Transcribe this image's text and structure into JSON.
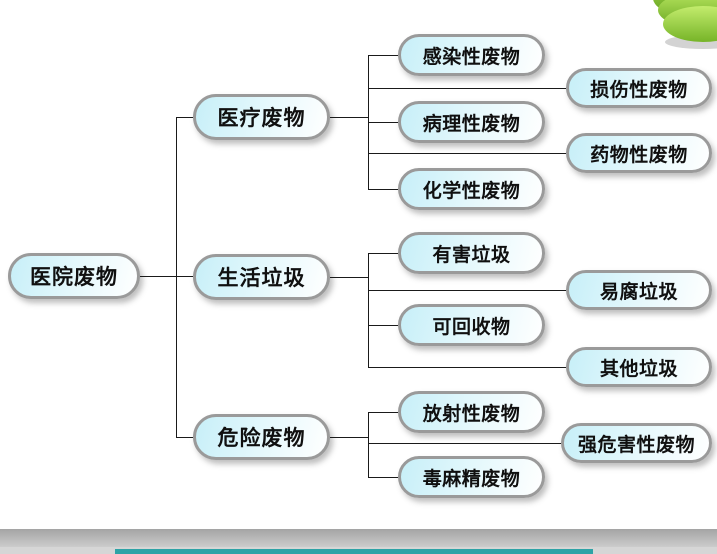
{
  "slide": {
    "description_note": "",
    "root_label": "医院废物"
  },
  "nodes": [
    {
      "id": "hospital-waste",
      "label": "医院废物",
      "level": 1
    },
    {
      "id": "medical-waste",
      "label": "医疗废物",
      "level": 2
    },
    {
      "id": "domestic-garbage",
      "label": "生活垃圾",
      "level": 2
    },
    {
      "id": "hazardous-waste",
      "label": "危险废物",
      "level": 2
    },
    {
      "id": "infectious-waste",
      "label": "感染性废物",
      "level": 3
    },
    {
      "id": "sharps-waste",
      "label": "损伤性废物",
      "level": 3
    },
    {
      "id": "pathological-waste",
      "label": "病理性废物",
      "level": 3
    },
    {
      "id": "pharmaceutical-waste",
      "label": "药物性废物",
      "level": 3
    },
    {
      "id": "chemical-waste",
      "label": "化学性废物",
      "level": 3
    },
    {
      "id": "harmful-garbage",
      "label": "有害垃圾",
      "level": 3
    },
    {
      "id": "perishable-garbage",
      "label": "易腐垃圾",
      "level": 3
    },
    {
      "id": "recyclables",
      "label": "可回收物",
      "level": 3
    },
    {
      "id": "other-garbage",
      "label": "其他垃圾",
      "level": 3
    },
    {
      "id": "radioactive-waste",
      "label": "放射性废物",
      "level": 3
    },
    {
      "id": "highly-hazardous-waste",
      "label": "强危害性废物",
      "level": 3
    },
    {
      "id": "narcotic-psychotropic-waste",
      "label": "毒麻精废物",
      "level": 3
    }
  ],
  "hierarchy": {
    "医院废物": {
      "医疗废物": [
        "感染性废物",
        "损伤性废物",
        "病理性废物",
        "药物性废物",
        "化学性废物"
      ],
      "生活垃圾": [
        "有害垃圾",
        "易腐垃圾",
        "可回收物",
        "其他垃圾"
      ],
      "危险废物": [
        "放射性废物",
        "强危害性废物",
        "毒麻精废物"
      ]
    }
  },
  "colors": {
    "node_fill_start": "#c7eff8",
    "node_fill_end": "#ffffff",
    "node_border": "#9a9a9a",
    "node_text": "#101010",
    "connector": "#1a1a1a",
    "decoration_green_light": "#9ad43f",
    "decoration_green_dark": "#5f9c1d",
    "footer_teal": "#2ea3a6",
    "edge_gray": "#a4a4a4"
  }
}
